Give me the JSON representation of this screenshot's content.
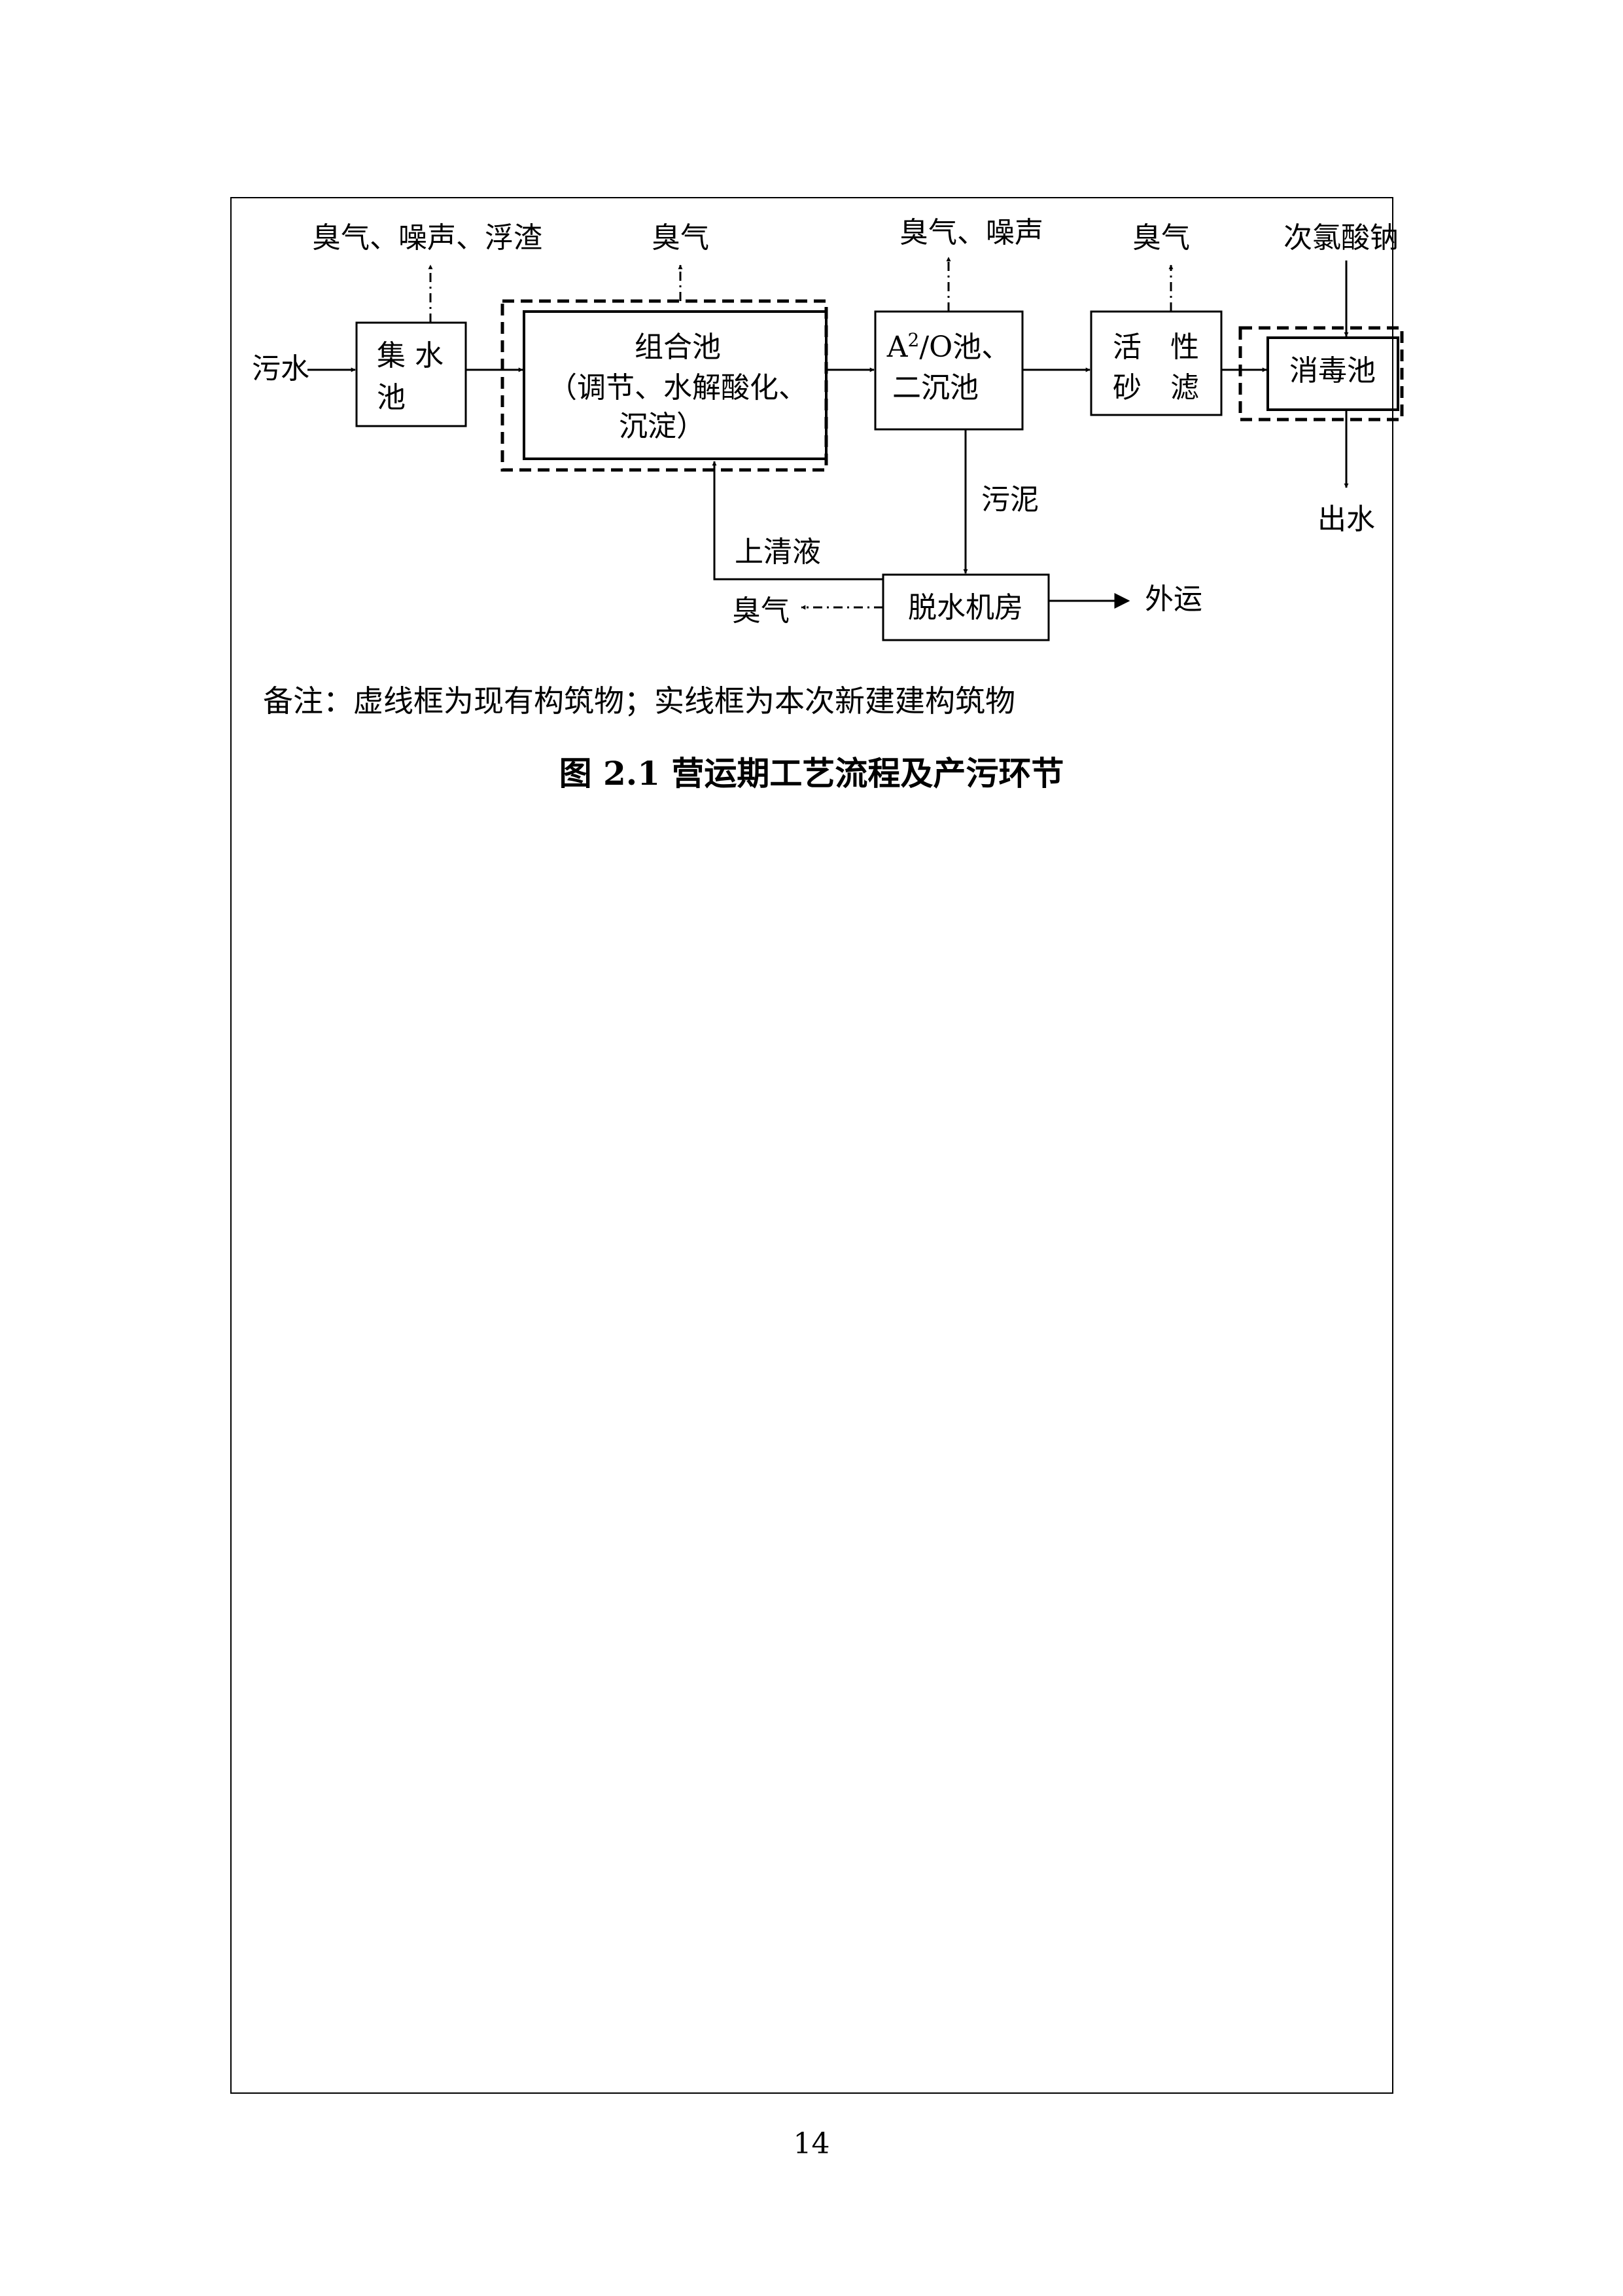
{
  "diagram": {
    "nodes": {
      "collection_tank": {
        "label_line1": "集 水",
        "label_line2": "池"
      },
      "combined_tank": {
        "label_line1": "组合池",
        "label_line2": "（调节、水解酸化、",
        "label_line3": "沉淀）"
      },
      "ao_tank": {
        "label_prefix": "A",
        "label_sup": "2",
        "label_suffix": "/O池、",
        "label_line2": "二沉池"
      },
      "sand_filter": {
        "label_line1": "活　性",
        "label_line2": "砂　滤"
      },
      "disinfection_tank": {
        "label": "消毒池"
      },
      "dewatering_room": {
        "label": "脱水机房"
      }
    },
    "labels": {
      "inflow": "污水",
      "emission_collection": "臭气、噪声、浮渣",
      "emission_combined": "臭气",
      "emission_ao": "臭气、噪声",
      "emission_filter": "臭气",
      "chemical_input": "次氯酸钠",
      "outflow": "出水",
      "sludge": "污泥",
      "supernatant": "上清液",
      "emission_dewatering": "臭气",
      "transport_out": "外运"
    }
  },
  "note": "备注：虚线框为现有构筑物；实线框为本次新建建构筑物",
  "caption": "图 2.1 营运期工艺流程及产污环节",
  "page_number": "14"
}
